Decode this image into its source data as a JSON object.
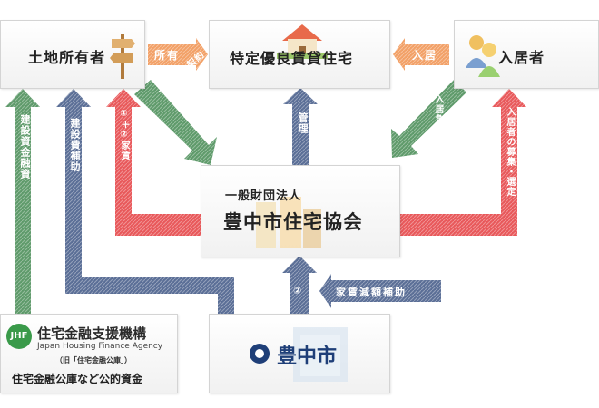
{
  "nodes": {
    "landowner": "土地所有者",
    "housing": "特定優良賃貸住宅",
    "resident": "入居者",
    "association_sub": "一般財団法人",
    "association_name": "豊中市住宅協会",
    "city": "豊中市",
    "jhf_name": "住宅金融支援機構",
    "jhf_en": "Japan Housing Finance Agency",
    "jhf_former": "（旧「住宅金融公庫」）",
    "jhf_caption": "住宅金融公庫など公的資金",
    "jhf_logo": "JHF"
  },
  "flows": {
    "own": "所有",
    "move_in": "入居",
    "lease": "一括借上契約",
    "manage": "管理",
    "tenant_burden": "①入居負担額",
    "recruit": "入居者の募集・選定",
    "rent": "①＋②家賃",
    "const_finance": "建設資金融資",
    "const_subsidy": "建設費補助",
    "rent_subsidy_num": "②",
    "rent_subsidy": "家賃減額補助"
  },
  "colors": {
    "orange": "#f2a066",
    "green": "#5e9a6a",
    "navy": "#5a6e96",
    "red": "#e8585a"
  }
}
